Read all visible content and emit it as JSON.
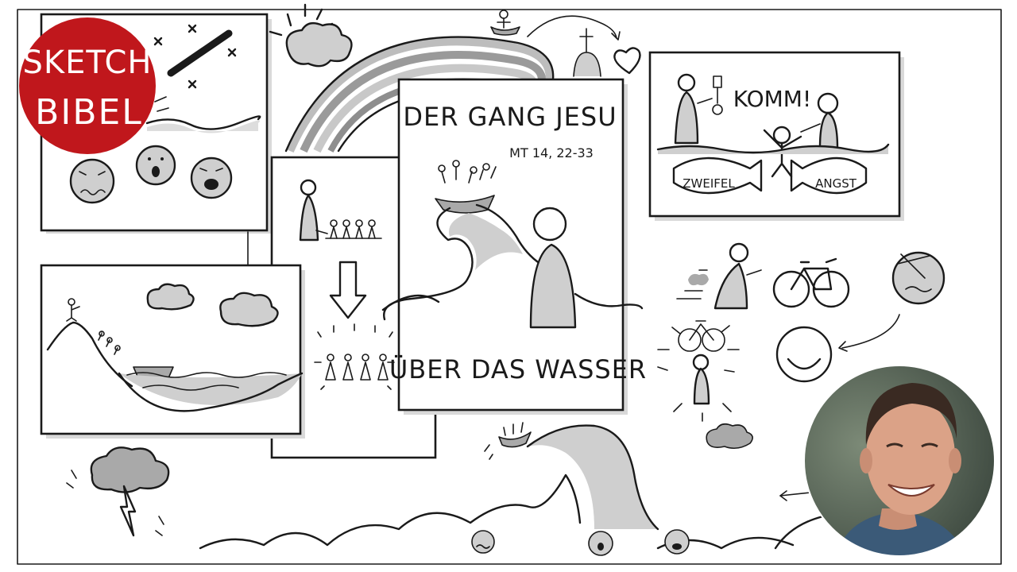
{
  "logo": {
    "line1": "SKETCH",
    "line2": "BIBEL",
    "color": "#c0171c"
  },
  "center_card": {
    "title": "DER GANG JESU",
    "reference": "MT 14, 22-33",
    "subtitle": "ÜBER DAS WASSER"
  },
  "top_right_panel": {
    "speech": "KOMM!",
    "fish_left": "ZWEIFEL",
    "fish_right": "ANGST"
  },
  "colors": {
    "ink": "#1a1a1a",
    "wash": "#cfcfcf",
    "wash_dark": "#a9a9a9",
    "accent": "#c0171c"
  },
  "icons": [
    "sun-icon",
    "cloud-icon",
    "rainbow-icon",
    "church-icon",
    "heart-icon",
    "bicycle-icon",
    "thunder-cloud-icon",
    "wave-icon",
    "boat-icon",
    "fish-icon",
    "key-icon",
    "smiley-icon"
  ]
}
